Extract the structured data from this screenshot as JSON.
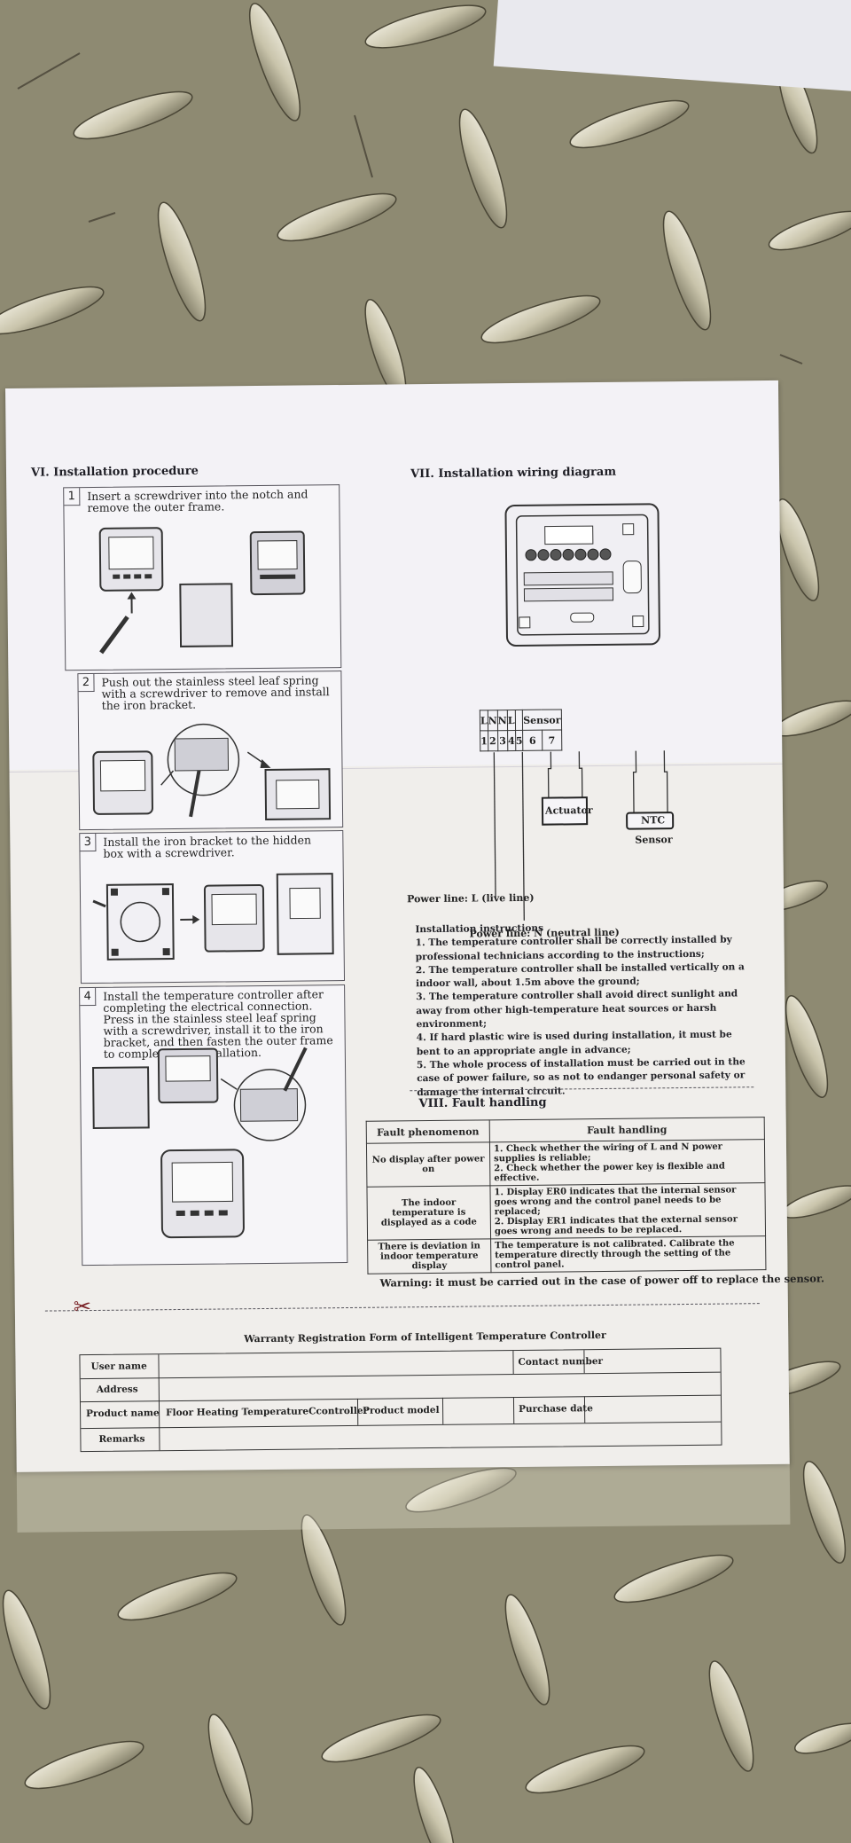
{
  "section6": {
    "title": "VI. Installation procedure",
    "steps": [
      {
        "num": "1",
        "text": "Insert a screwdriver into the notch and remove the outer frame."
      },
      {
        "num": "2",
        "text": "Push out the stainless steel leaf spring with a screwdriver to remove and install the iron bracket."
      },
      {
        "num": "3",
        "text": "Install the iron bracket to the hidden box with a screwdriver."
      },
      {
        "num": "4",
        "text": "Install the temperature controller after completing the electrical connection. Press in the stainless steel leaf spring with a screwdriver, install it to the iron bracket, and then fasten the outer frame to complete the installation."
      }
    ]
  },
  "section7": {
    "title": "VII. Installation wiring diagram",
    "terminals_top": [
      "L",
      "N",
      "N",
      "L",
      "",
      "Sensor"
    ],
    "terminals_bottom": [
      "1",
      "2",
      "3",
      "4",
      "5",
      "6",
      "7"
    ],
    "actuator": "Actuator",
    "ntc": "NTC",
    "sensor": "Sensor",
    "power_l": "Power line: L (live line)",
    "power_n": "Power line: N (neutral line)",
    "instructions_title": "Installation instructions",
    "instructions": [
      "1. The temperature controller shall be correctly installed by professional technicians according to the instructions;",
      "2. The temperature controller shall be installed vertically on a indoor wall, about 1.5m above the ground;",
      "3. The temperature controller shall avoid direct sunlight and away from other high-temperature heat sources or harsh environment;",
      "4. If hard plastic wire is used during installation, it must be bent to an appropriate angle in advance;",
      "5. The whole process of installation must be carried out in the case of power failure, so as not to endanger personal safety or damage the internal circuit."
    ]
  },
  "section8": {
    "title": "VIII. Fault handling",
    "headers": [
      "Fault phenomenon",
      "Fault handling"
    ],
    "rows": [
      {
        "phenomenon": "No display after power on",
        "handling": [
          "1. Check whether the wiring of L and N power supplies is reliable;",
          "2. Check whether the power key is flexible and effective."
        ]
      },
      {
        "phenomenon": "The indoor temperature is displayed as a code",
        "handling": [
          "1. Display ER0 indicates that the internal sensor goes wrong and the control panel needs to be replaced;",
          "2. Display ER1 indicates that the external sensor goes wrong and needs to be replaced."
        ]
      },
      {
        "phenomenon": "There is deviation in indoor temperature display",
        "handling": [
          "The temperature is not calibrated. Calibrate the temperature directly through the setting of the control panel."
        ]
      }
    ],
    "warning": "Warning: it must be carried out in the case of power off to replace the sensor."
  },
  "warranty": {
    "title": "Warranty Registration Form of Intelligent Temperature Controller",
    "user_name": "User name",
    "contact_number": "Contact number",
    "address": "Address",
    "product_name": "Product name",
    "product_name_value": "Floor Heating TemperatureCcontroller",
    "product_model": "Product model",
    "purchase_date": "Purchase date",
    "remarks": "Remarks"
  },
  "colors": {
    "floor": "#8e8a72",
    "paper": "#f3f2f6",
    "ink": "#222222",
    "cut_mark": "#7a2226"
  }
}
